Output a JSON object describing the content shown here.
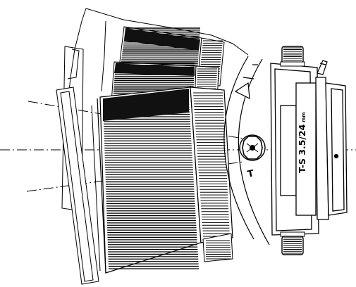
{
  "diagram": {
    "lens_marking": "T-S 3.5/24",
    "lens_marking_unit": "mm",
    "tilt_symbol": "T",
    "tilt_positions": [
      "tilted-up",
      "tilted-mid",
      "straight"
    ],
    "colors": {
      "line": "#000000",
      "fill_white": "#ffffff",
      "knurl": "#111111"
    }
  }
}
